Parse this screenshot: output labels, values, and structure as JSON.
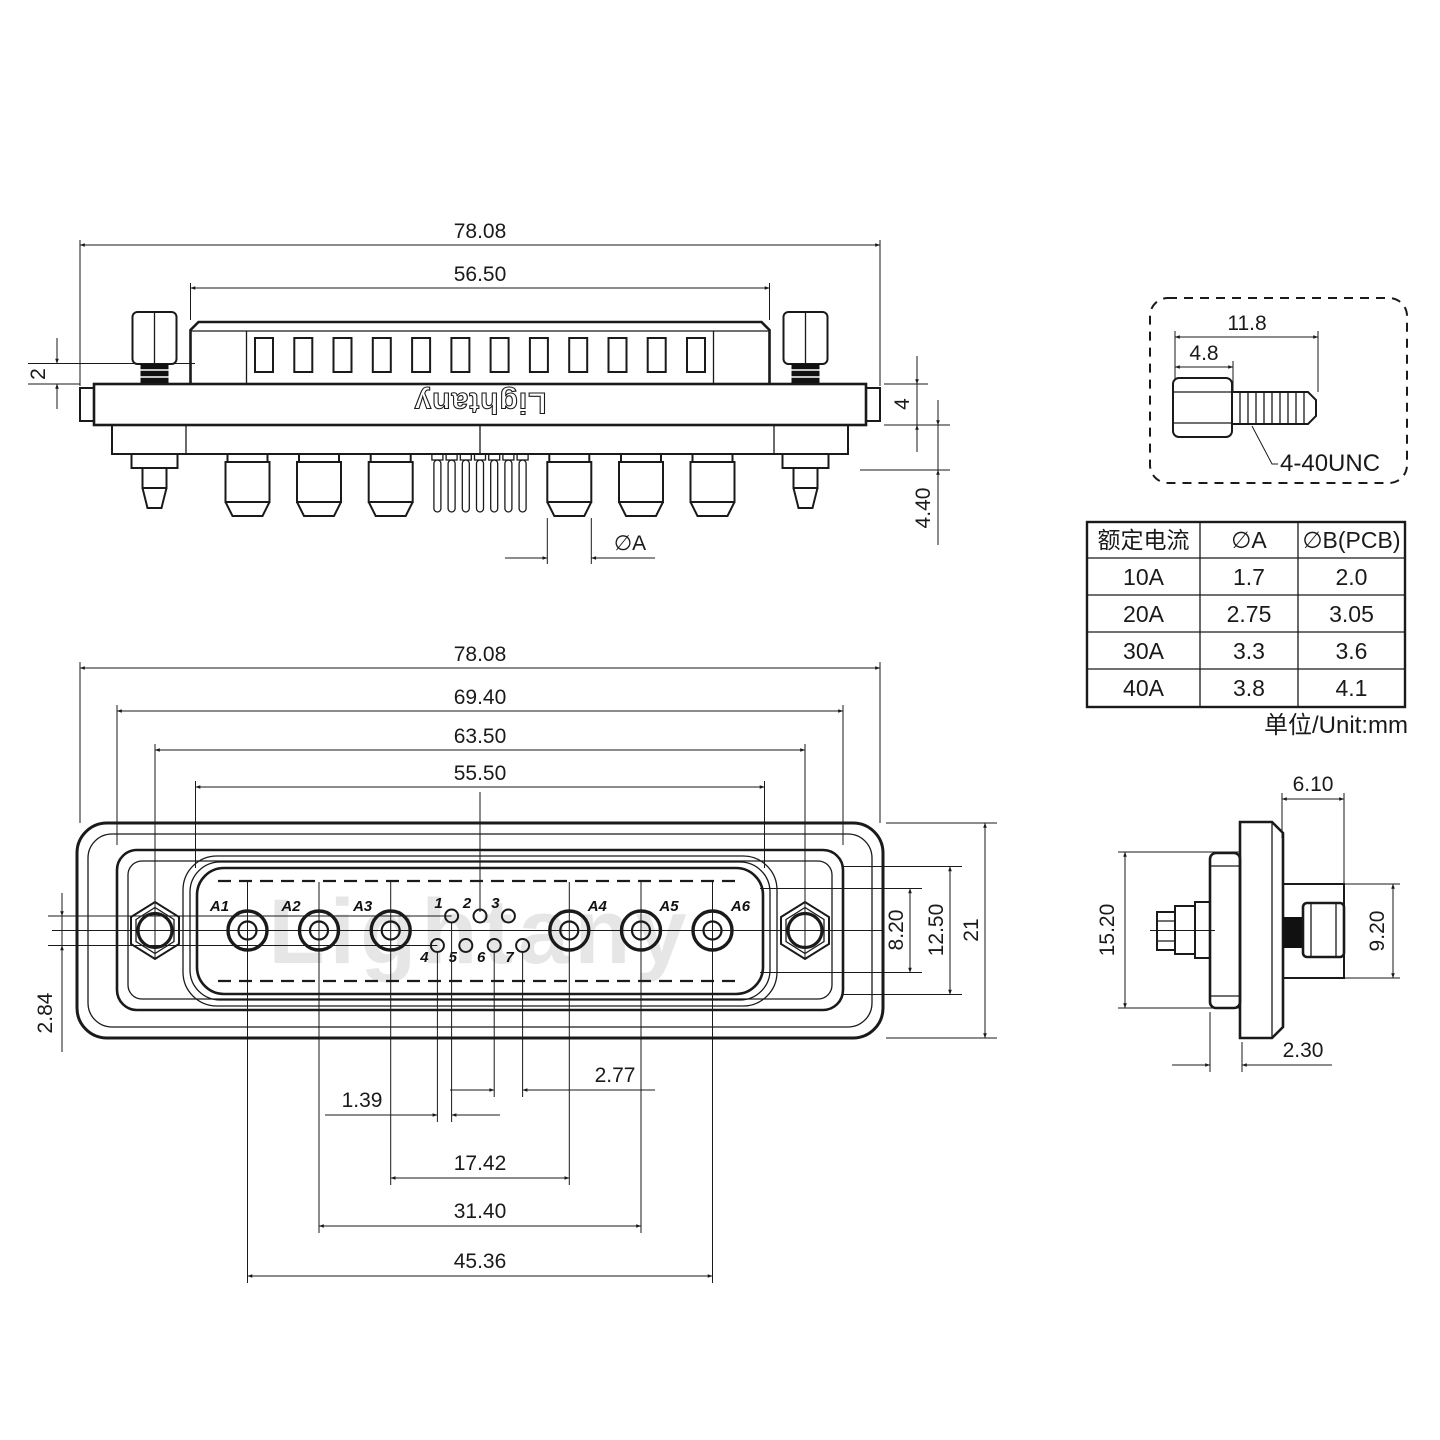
{
  "brand": {
    "logo_top": "Lightany",
    "watermark": "Lightany"
  },
  "dims": {
    "top_overall": "78.08",
    "top_body": "56.50",
    "top_step": "2",
    "top_flange_thk": "4",
    "top_pin_len": "4.40",
    "top_pin_dia": "∅A",
    "screw_len": "11.8",
    "screw_head_len": "4.8",
    "screw_thread": "4-40UNC",
    "front_overall": "78.08",
    "front_shell_w": "69.40",
    "front_screw_span": "63.50",
    "front_opening_w": "55.50",
    "front_row_offset": "2.84",
    "front_half_pitch": "1.39",
    "front_pitch": "2.77",
    "front_a3_a4": "17.42",
    "front_a2_a5": "31.40",
    "front_a1_a6": "45.36",
    "front_opening_h": "8.20",
    "front_shell_h": "12.50",
    "front_overall_h": "21",
    "side_rear_len": "6.10",
    "side_flange_h": "15.20",
    "side_body_h": "9.20",
    "side_flange_thk": "2.30"
  },
  "pins": {
    "power": [
      "A1",
      "A2",
      "A3",
      "A4",
      "A5",
      "A6"
    ],
    "signal_top": [
      "1",
      "2",
      "3"
    ],
    "signal_bottom": [
      "4",
      "5",
      "6",
      "7"
    ]
  },
  "table": {
    "headers": [
      "额定电流",
      "∅A",
      "∅B(PCB)"
    ],
    "rows": [
      [
        "10A",
        "1.7",
        "2.0"
      ],
      [
        "20A",
        "2.75",
        "3.05"
      ],
      [
        "30A",
        "3.3",
        "3.6"
      ],
      [
        "40A",
        "3.8",
        "4.1"
      ]
    ],
    "unit_note": "单位/Unit:mm"
  },
  "colors": {
    "line": "#1a1a1a",
    "watermark": "#e6e6e6",
    "background": "#ffffff"
  }
}
